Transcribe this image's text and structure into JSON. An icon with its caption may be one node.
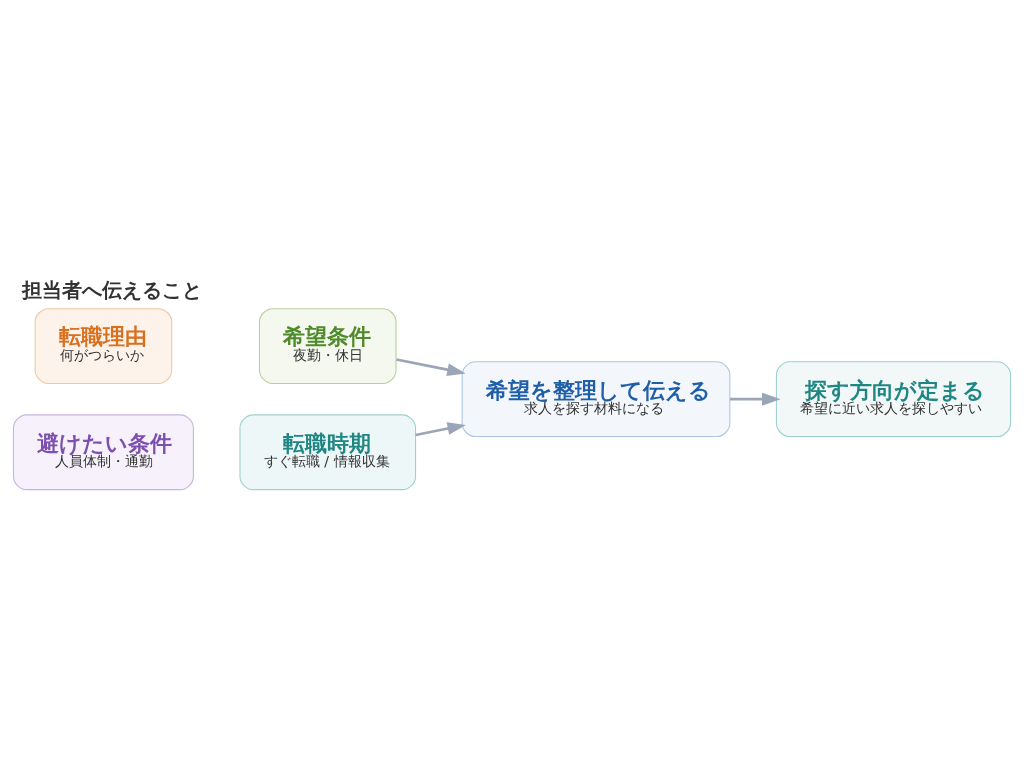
{
  "diagram": {
    "title": "担当者へ伝えること",
    "nodes": [
      {
        "text": [
          "転職理由",
          "何がつらいか"
        ]
      },
      {
        "text": [
          "希望条件",
          "夜勤・休日"
        ]
      },
      {
        "text": [
          "避けたい条件",
          "人員体制・通勤"
        ]
      },
      {
        "text": [
          "転職時期",
          "すぐ転職 / 情報収集"
        ]
      },
      {
        "text": [
          "希望を整理して伝える",
          "求人を探す材料になる"
        ]
      },
      {
        "text": [
          "探す方向が定まる",
          "希望に近い求人を探しやすい"
        ]
      }
    ],
    "edges": [
      {
        "from": 1,
        "to": 4,
        "arrow": "to"
      },
      {
        "from": 3,
        "to": 4,
        "arrow": "to"
      },
      {
        "from": 4,
        "to": 5,
        "arrow": "to"
      }
    ]
  }
}
